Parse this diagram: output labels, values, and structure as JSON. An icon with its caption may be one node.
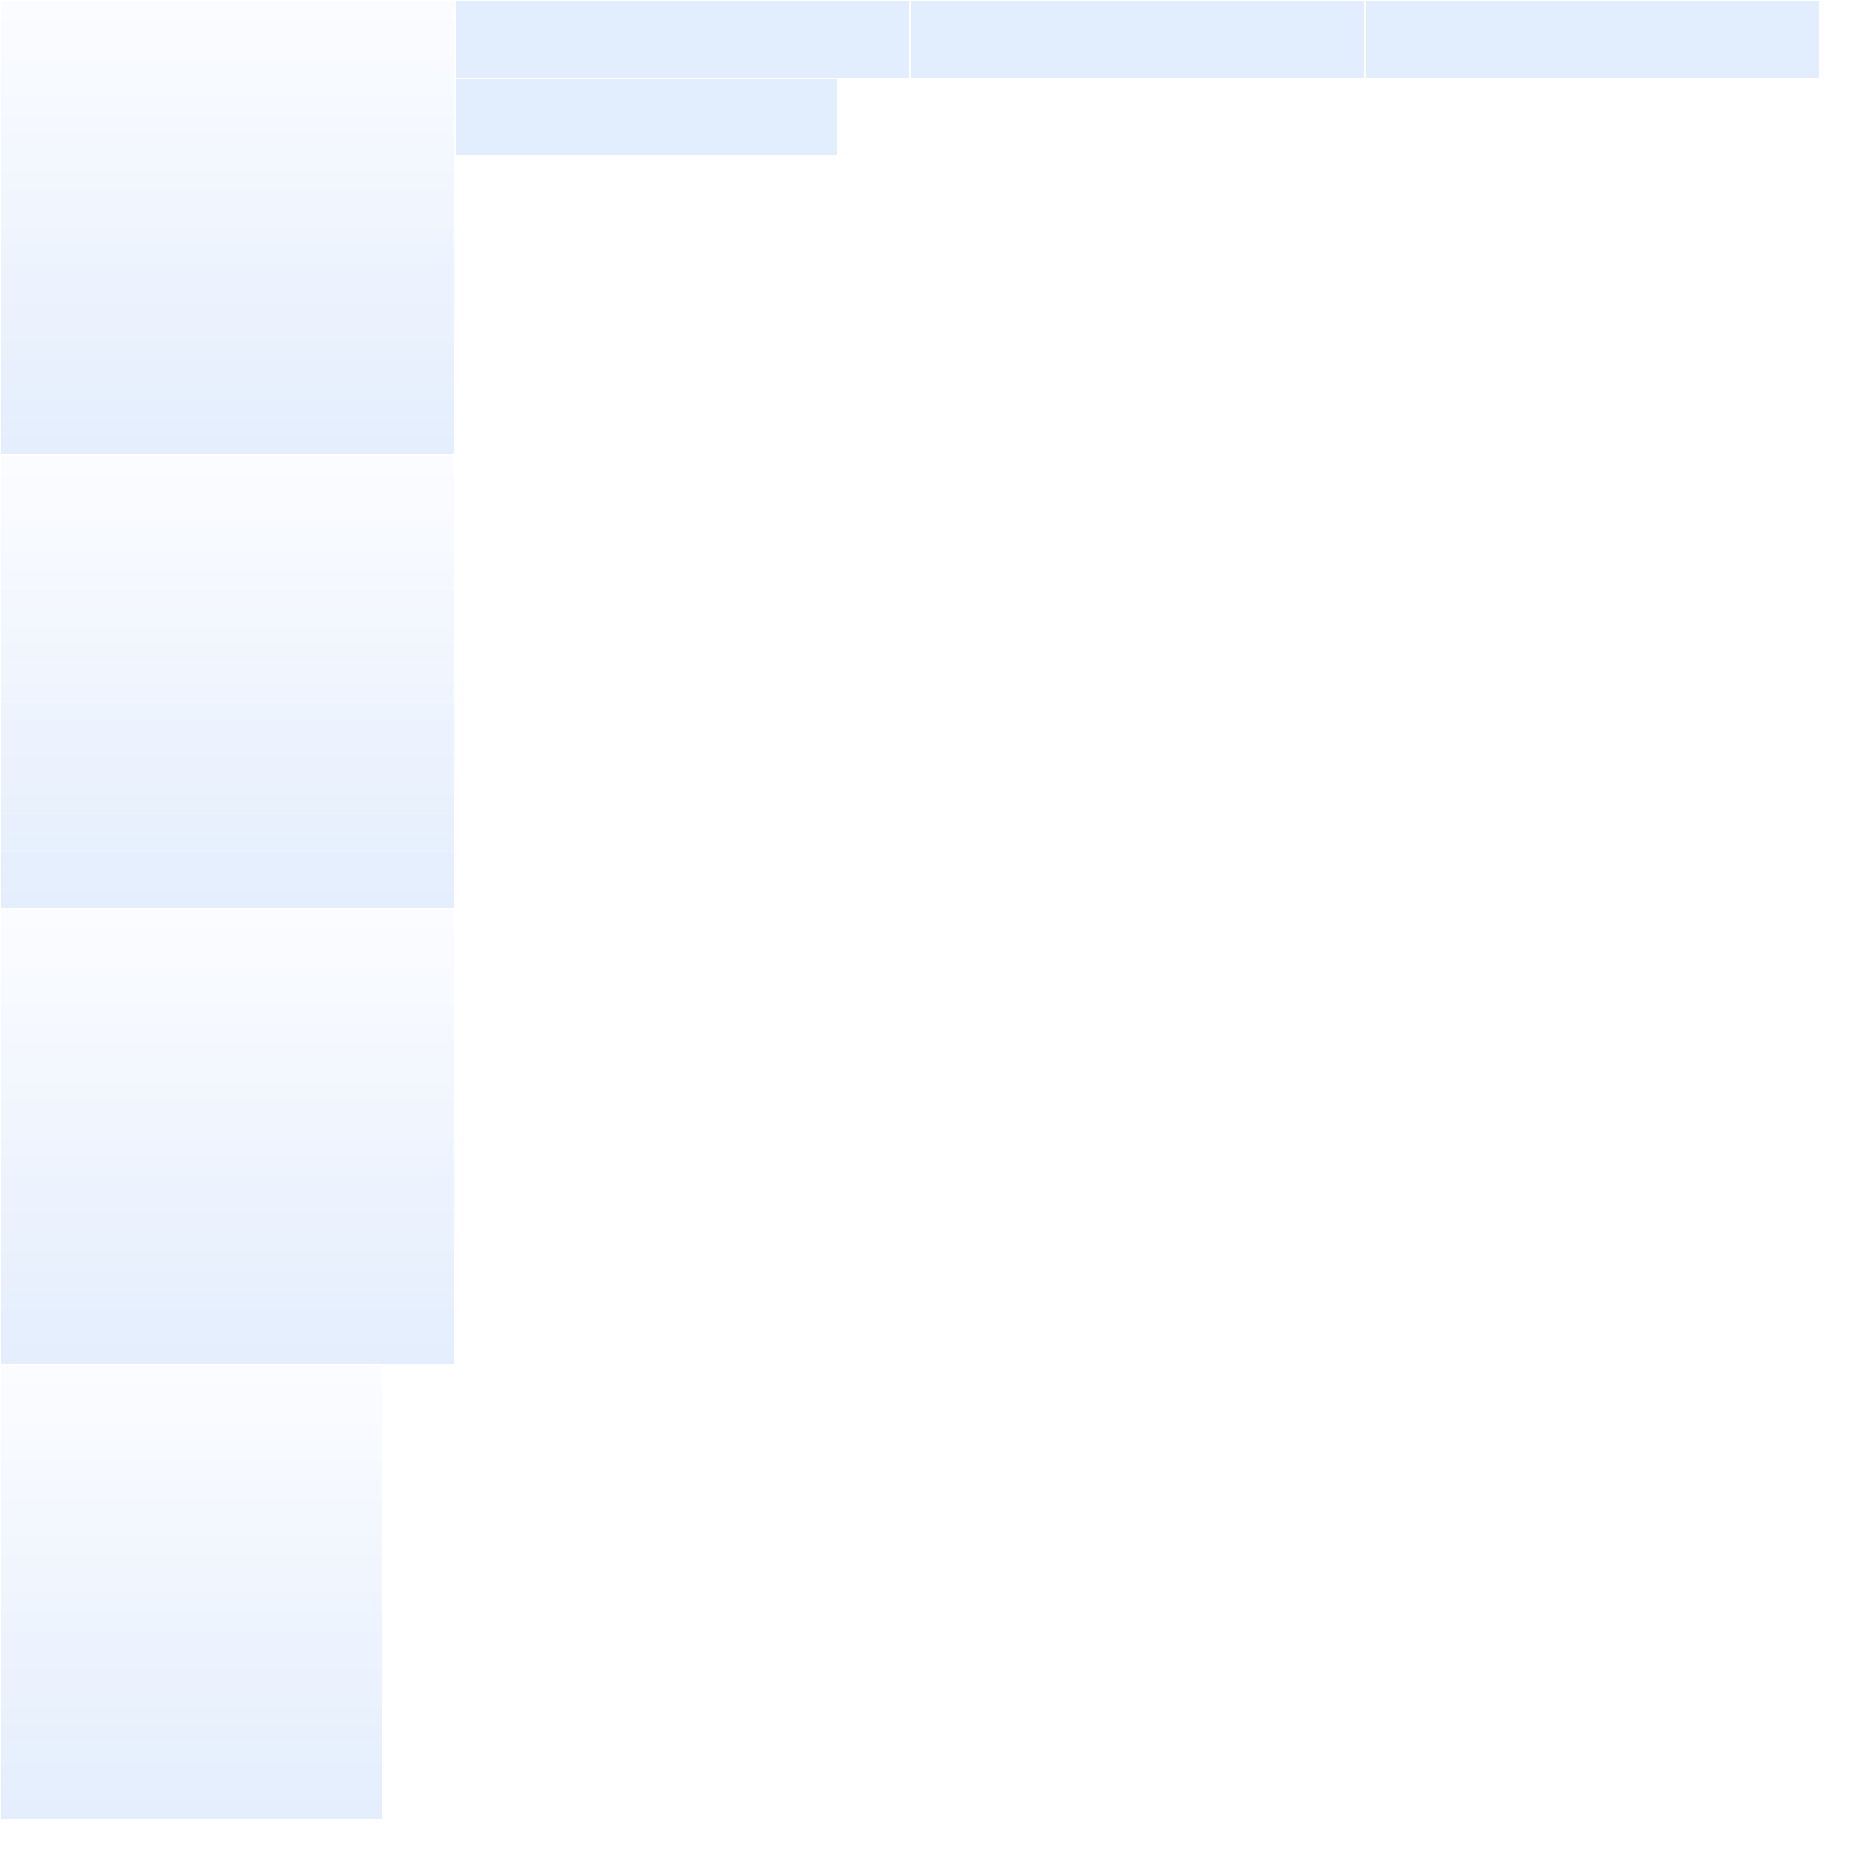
{
  "diagram": {
    "nodes": [
      {
        "text": [],
        "shape": "box"
      },
      {
        "text": [],
        "shape": "bar"
      },
      {
        "text": [],
        "shape": "bar"
      },
      {
        "text": [],
        "shape": "bar"
      },
      {
        "text": [],
        "shape": "bar"
      },
      {
        "text": [],
        "shape": "box"
      },
      {
        "text": [],
        "shape": "box"
      },
      {
        "text": [],
        "shape": "box"
      }
    ]
  }
}
